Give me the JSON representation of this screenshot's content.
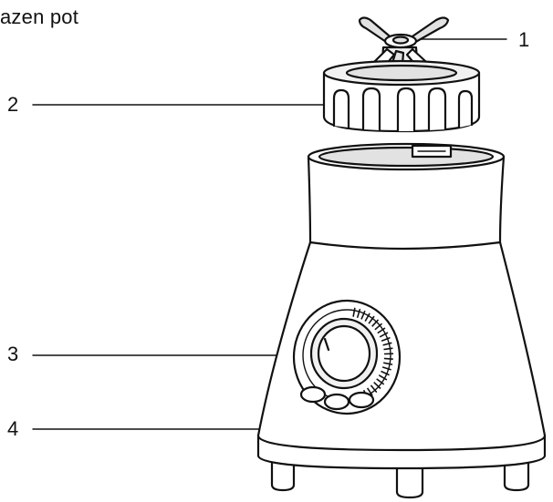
{
  "caption": "azen pot",
  "callouts": [
    {
      "number": "1"
    },
    {
      "number": "2"
    },
    {
      "number": "3"
    },
    {
      "number": "4"
    }
  ],
  "icons": [
    "blade-assembly-icon",
    "blade-holder-icon",
    "control-knob-icon",
    "motor-base-icon"
  ]
}
